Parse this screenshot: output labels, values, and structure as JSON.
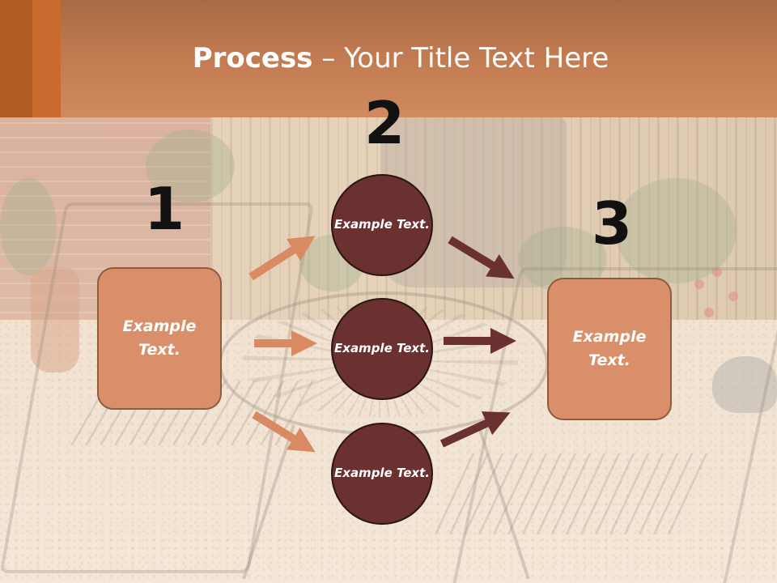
{
  "title": {
    "bold_text": "Process",
    "rest_text": " – Your Title Text Here"
  },
  "steps": {
    "step1": {
      "number": "1",
      "box_text": "Example Text."
    },
    "step2": {
      "number": "2",
      "circles": [
        "Example Text.",
        "Example Text.",
        "Example Text."
      ]
    },
    "step3": {
      "number": "3",
      "box_text": "Example Text."
    }
  },
  "colors": {
    "title_bar": "#c17a50",
    "box_fill": "#d9906a",
    "circle_fill": "#6b3030",
    "arrow_light": "#d98a62",
    "arrow_dark": "#6b3030"
  }
}
